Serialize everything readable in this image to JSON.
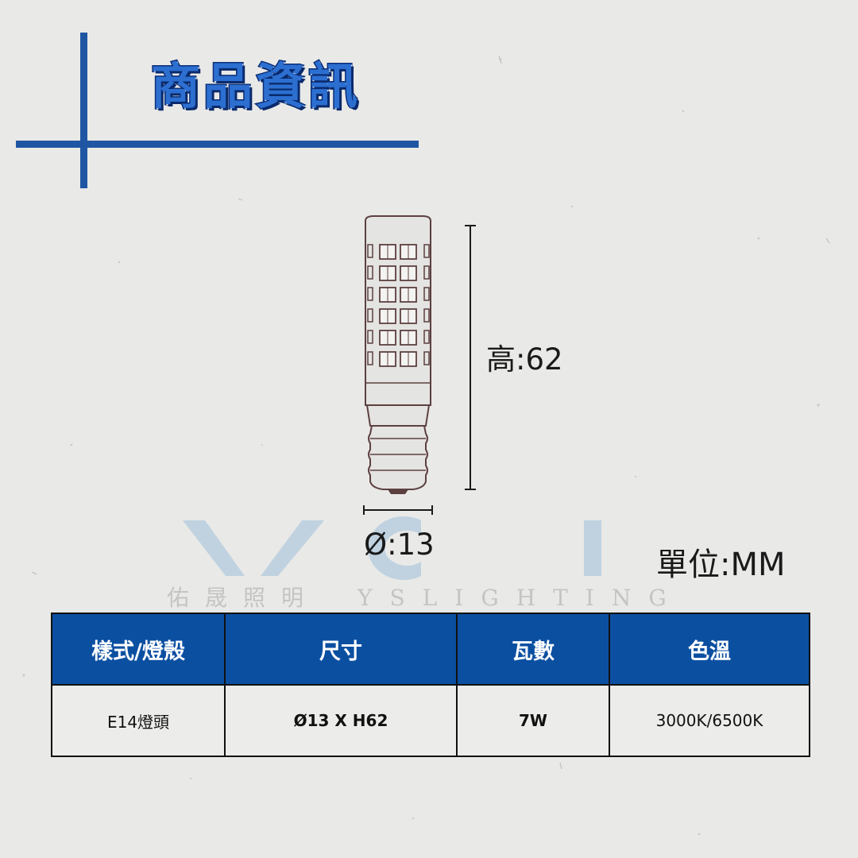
{
  "header": {
    "title": "商品資訊"
  },
  "dimensions": {
    "height_label": "高:62",
    "diameter_label": "Ø:13",
    "unit_label": "單位:MM"
  },
  "watermark": {
    "logo_text": "YS",
    "chinese": "佑晟照明",
    "english": "YSLIGHTING"
  },
  "colors": {
    "accent": "#1f56a3",
    "header_bg": "#0b4fa1"
  },
  "table": {
    "headers": [
      "樣式/燈殼",
      "尺寸",
      "瓦數",
      "色溫"
    ],
    "rows": [
      [
        "E14燈頭",
        "Ø13 X H62",
        "7W",
        "3000K/6500K"
      ]
    ]
  }
}
